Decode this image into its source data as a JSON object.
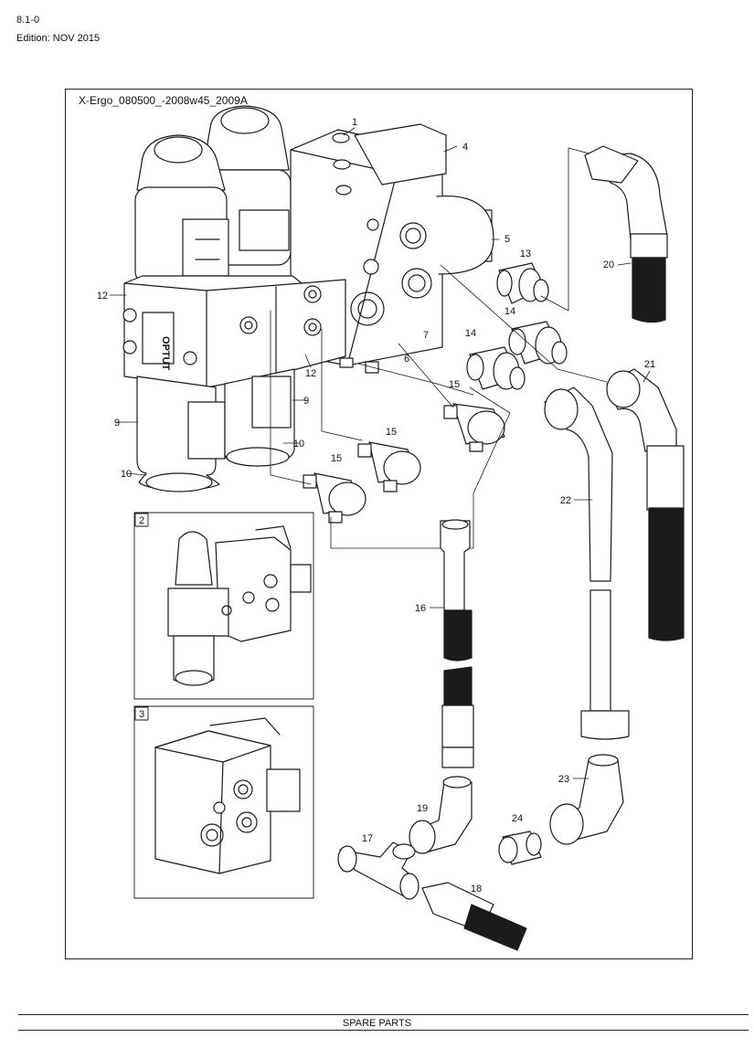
{
  "header": {
    "page_number": "8.1-0",
    "edition": "Edition: NOV 2015"
  },
  "drawing": {
    "title": "X-Ergo_080500_-2008w45_2009A",
    "brand_lettering": "OPTUT",
    "insets": [
      {
        "label": "2"
      },
      {
        "label": "3"
      }
    ],
    "callouts": [
      {
        "label": "1"
      },
      {
        "label": "4"
      },
      {
        "label": "5"
      },
      {
        "label": "13"
      },
      {
        "label": "20"
      },
      {
        "label": "12"
      },
      {
        "label": "14"
      },
      {
        "label": "7"
      },
      {
        "label": "6"
      },
      {
        "label": "14"
      },
      {
        "label": "12"
      },
      {
        "label": "21"
      },
      {
        "label": "15"
      },
      {
        "label": "9"
      },
      {
        "label": "9"
      },
      {
        "label": "15"
      },
      {
        "label": "10"
      },
      {
        "label": "15"
      },
      {
        "label": "10"
      },
      {
        "label": "22"
      },
      {
        "label": "16"
      },
      {
        "label": "23"
      },
      {
        "label": "19"
      },
      {
        "label": "24"
      },
      {
        "label": "17"
      },
      {
        "label": "18"
      }
    ]
  },
  "footer": {
    "label": "SPARE PARTS"
  },
  "colors": {
    "line": "#1a1a1a",
    "hose": "#1b1b1b",
    "background": "#ffffff"
  }
}
